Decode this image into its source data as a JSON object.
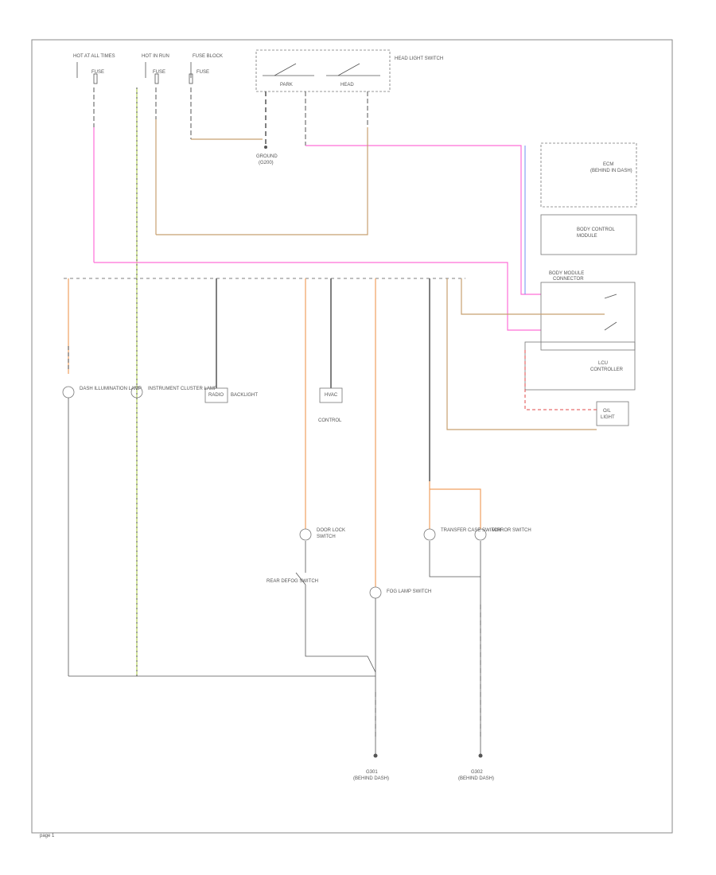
{
  "colors": {
    "background": "#ffffff",
    "frame": "#8a8a8a",
    "wire_black": "#555555",
    "wire_orange": "#f0a060",
    "wire_tan": "#c8a070",
    "wire_pink": "#ff6fd8",
    "wire_yellow": "#b6d25a",
    "wire_blue": "#6f8ff0",
    "wire_brown": "#a07040",
    "wire_red": "#e04a4a",
    "text": "#555555"
  },
  "fuses": [
    {
      "id": "hot-at-all-times",
      "label": "HOT AT ALL TIMES",
      "fuse": "FUSE"
    },
    {
      "id": "hot-in-run",
      "label": "HOT IN RUN",
      "fuse": "FUSE"
    },
    {
      "id": "fuse-block",
      "label": "FUSE BLOCK",
      "fuse": "FUSE"
    }
  ],
  "switches": {
    "head_light_switch": "HEAD LIGHT SWITCH",
    "park_label": "PARK",
    "head_label": "HEAD",
    "ground_label": "GROUND",
    "ground_desc": "(G200)"
  },
  "modules": [
    {
      "id": "ecm",
      "label": "ECM",
      "desc": "(BEHIND IN DASH)"
    },
    {
      "id": "body-control",
      "label": "BODY CONTROL",
      "desc": "MODULE"
    },
    {
      "id": "body-module",
      "label": "BODY MODULE",
      "desc": "CONNECTOR"
    },
    {
      "id": "lcu",
      "label": "LCU",
      "desc": "CONTROLLER"
    },
    {
      "id": "ovl",
      "label": "O/L",
      "desc": "LIGHT"
    }
  ],
  "loads": [
    {
      "id": "lamp1",
      "label": "DASH ILLUMINATION LAMP"
    },
    {
      "id": "lamp2",
      "label": "INSTRUMENT CLUSTER LAMP"
    },
    {
      "id": "lamp3",
      "label": "RADIO",
      "desc": "BACKLIGHT"
    },
    {
      "id": "lamp4",
      "label": "HVAC",
      "desc": "CONTROL"
    },
    {
      "id": "lamp5",
      "label": "DOOR LOCK",
      "desc": "SWITCH"
    },
    {
      "id": "lamp6",
      "label": "REAR DEFOG SWITCH"
    },
    {
      "id": "lamp7",
      "label": "FOG LAMP SWITCH"
    },
    {
      "id": "lamp8",
      "label": "TRANSFER CASE SWITCH"
    },
    {
      "id": "lamp9",
      "label": "MIRROR SWITCH"
    }
  ],
  "grounds": [
    {
      "id": "g1",
      "label": "G301",
      "desc": "(BEHIND DASH)"
    },
    {
      "id": "g2",
      "label": "G302",
      "desc": "(BEHIND DASH)"
    }
  ],
  "footer": {
    "page_id": "page 1"
  }
}
